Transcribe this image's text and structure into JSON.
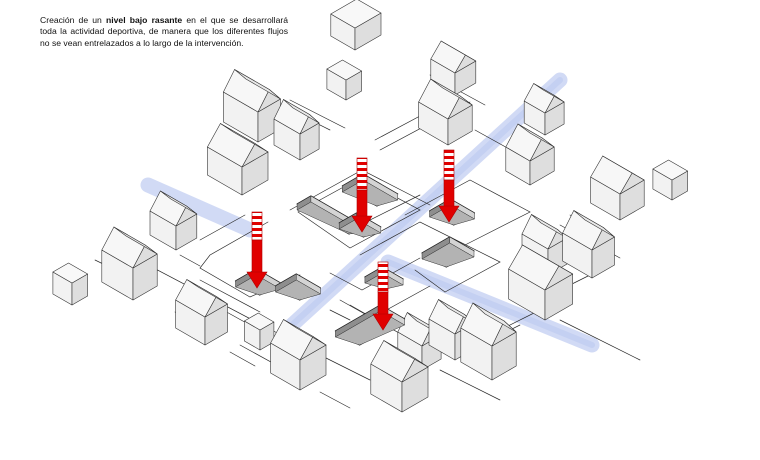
{
  "caption": {
    "before": "Creación de un ",
    "bold": "nivel bajo rasante",
    "after": " en el que se desarrollará toda la actividad deportiva, de manera que los diferentes flujos no se vean entrelazados a lo largo de la intervención."
  },
  "colors": {
    "arrow": "#e00000",
    "river": "#c9d3f3",
    "pit_floor": "#b3b3b3"
  },
  "icons": {
    "arrow": "down-arrow-icon"
  }
}
